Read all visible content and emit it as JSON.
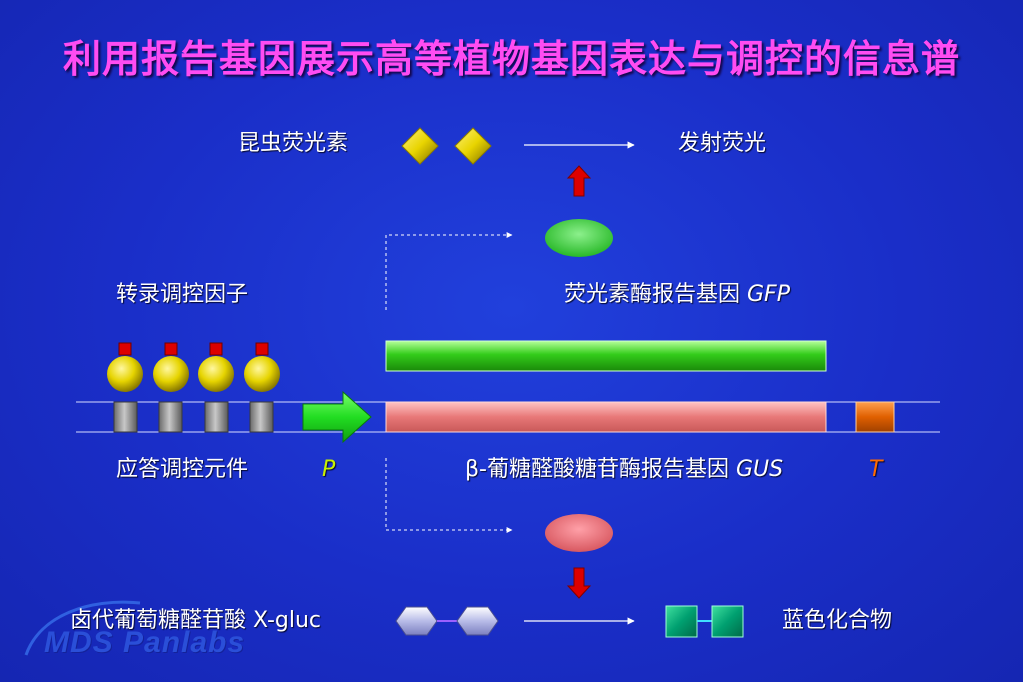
{
  "title": "利用报告基因展示高等植物基因表达与调控的信息谱",
  "labels": {
    "insect_luciferin": "昆虫荧光素",
    "emit_fluorescence": "发射荧光",
    "transcription_factor": "转录调控因子",
    "gfp_reporter_text": "荧光素酶报告基因 ",
    "gfp_reporter_gene": "GFP",
    "response_element": "应答调控元件",
    "promoter": "P",
    "gus_reporter_text": "β-葡糖醛酸糖苷酶报告基因 ",
    "gus_reporter_gene": "GUS",
    "terminator": "T",
    "substrate": "卤代葡萄糖醛苷酸  X-gluc",
    "blue_compound": "蓝色化合物"
  },
  "watermark": "MDS Panlabs",
  "colors": {
    "background": "#1a2ec8",
    "title": "#ff4cf2",
    "diamond": "#e8d400",
    "gfp_bar": "#33cc1a",
    "gus_bar": "#e87878",
    "terminator": "#e06000",
    "promoter_arrow": "#22dd22",
    "up_arrow": "#dd0000",
    "factor_ball": "#e6d400",
    "factor_cap": "#dd0000",
    "hexagon": "#b8bce8",
    "blue_square": "#00a070",
    "green_ellipse": "#33cc33",
    "pink_ellipse": "#e86870",
    "italic_p": "#c8f000",
    "italic_t": "#ff6a00"
  }
}
